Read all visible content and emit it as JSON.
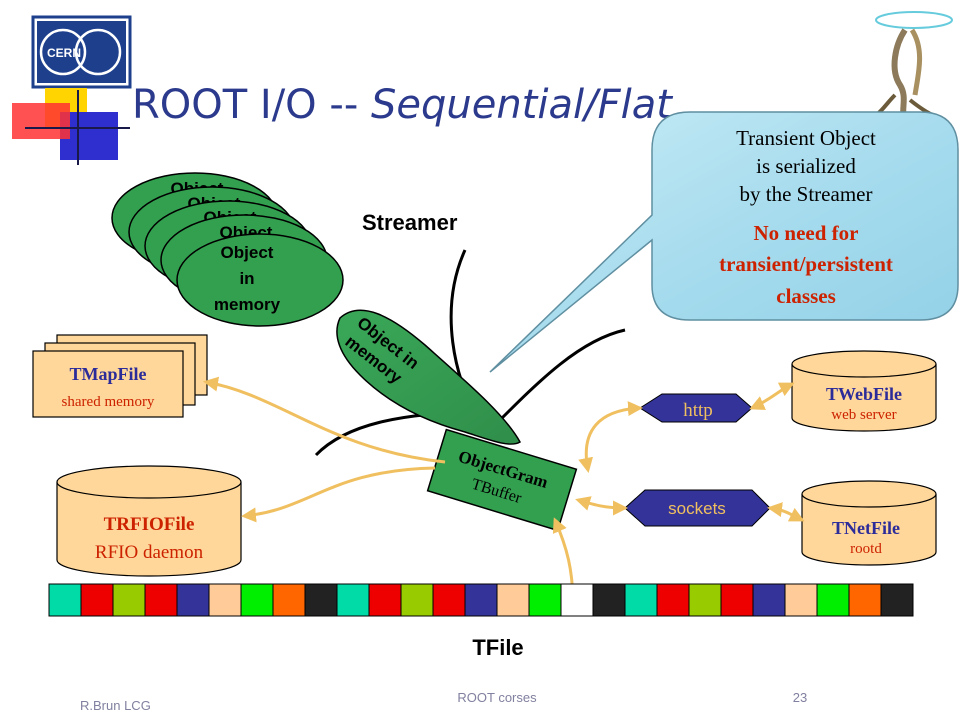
{
  "slide": {
    "title_main": "ROOT I/O -- ",
    "title_italic": "Sequential/Flat",
    "logo_text": "CERN",
    "footer_left": "R.Brun LCG",
    "footer_center": "ROOT corses",
    "footer_page": "23"
  },
  "diagram": {
    "object_stack_label": "Object",
    "object_front_lines": [
      "Object",
      "in",
      "memory"
    ],
    "streamer_label": "Streamer",
    "leaf_lines": [
      "Object in",
      "memory"
    ],
    "objectgram_title": "ObjectGram",
    "objectgram_sub": "TBuffer",
    "tmapfile": {
      "title": "TMapFile",
      "subtitle": "shared memory"
    },
    "trfiofile": {
      "title": "TRFIOFile",
      "subtitle": "RFIO daemon"
    },
    "twebfile": {
      "title": "TWebFile",
      "subtitle": "web server"
    },
    "tnetfile": {
      "title": "TNetFile",
      "subtitle": "rootd"
    },
    "http_label": "http",
    "sockets_label": "sockets",
    "tfile_label": "TFile",
    "callout_lines": [
      "Transient Object",
      "is serialized",
      "by the Streamer"
    ],
    "callout_red_lines": [
      "No need for",
      "transient/persistent",
      "classes"
    ]
  },
  "tfile_strip_colors": [
    "#00dba8",
    "#ee0000",
    "#99cc00",
    "#ee0000",
    "#333399",
    "#ffcc99",
    "#00ee00",
    "#ff6600",
    "#222222",
    "#00dba8",
    "#ee0000",
    "#99cc00",
    "#ee0000",
    "#333399",
    "#ffcc99",
    "#00ee00",
    "#ffffff",
    "#222222",
    "#00dba8",
    "#ee0000",
    "#99cc00",
    "#ee0000",
    "#333399",
    "#ffcc99",
    "#00ee00",
    "#ff6600",
    "#222222"
  ],
  "colors": {
    "title": "#2b3a8c",
    "object_green": "#33a050",
    "arrow": "#f0c060",
    "red_text": "#cc2200",
    "box_blue": "#333399"
  }
}
